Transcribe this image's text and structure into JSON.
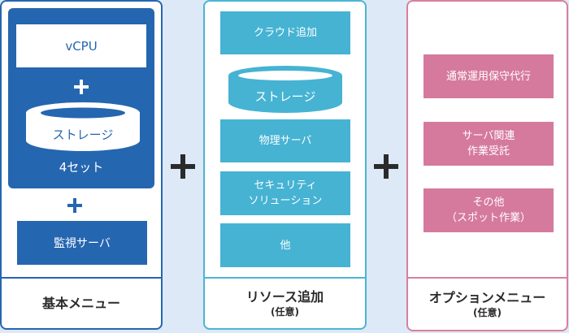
{
  "colors": {
    "background": "#dde9f6",
    "basic": "#2566b0",
    "resource": "#46b3d3",
    "resource_border": "#4bb5d6",
    "option": "#d57a9c",
    "option_border": "#d87fa0",
    "operator": "#2b2b2b"
  },
  "operators": {
    "between_1_2": "plus",
    "between_2_3": "plus"
  },
  "basic_menu": {
    "bundle": {
      "vcpu_label": "vCPU",
      "operator": "plus",
      "storage_label": "ストレージ",
      "quantity_label": "4セット"
    },
    "operator": "plus",
    "monitor_label": "監視サーバ",
    "title": "基本メニュー"
  },
  "resource_menu": {
    "items": [
      {
        "type": "box",
        "lines": [
          "クラウド追加"
        ]
      },
      {
        "type": "storage",
        "lines": [
          "ストレージ"
        ]
      },
      {
        "type": "box",
        "lines": [
          "物理サーバ"
        ]
      },
      {
        "type": "box",
        "lines": [
          "セキュリティ",
          "ソリューション"
        ]
      },
      {
        "type": "box",
        "lines": [
          "他"
        ]
      }
    ],
    "title": "リソース追加",
    "subtitle": "(任意)"
  },
  "option_menu": {
    "items": [
      {
        "lines": [
          "通常運用保守代行"
        ]
      },
      {
        "lines": [
          "サーバ関連",
          "作業受託"
        ]
      },
      {
        "lines": [
          "その他",
          "（スポット作業）"
        ]
      }
    ],
    "title": "オプションメニュー",
    "subtitle": "(任意)"
  }
}
